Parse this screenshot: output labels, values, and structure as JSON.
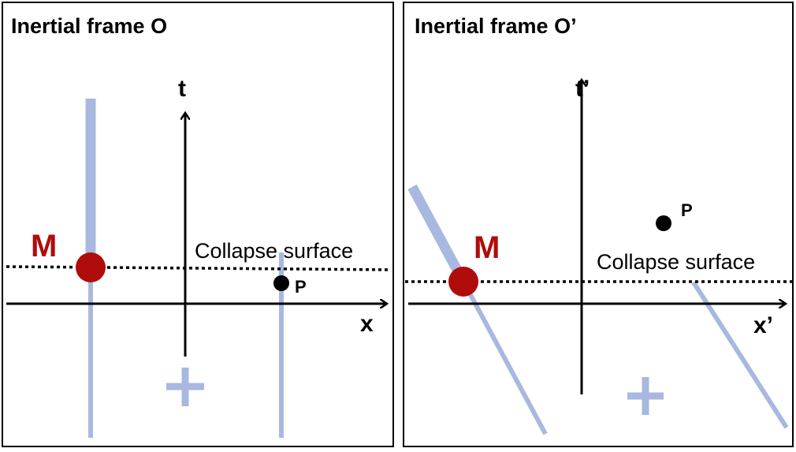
{
  "colors": {
    "worldline": "#a9b8e0",
    "mass": "#b00c0c",
    "axis": "#000000",
    "frame_border": "#000000"
  },
  "left_panel": {
    "title": "Inertial frame O",
    "time_axis_label": "t",
    "space_axis_label": "x",
    "mass_label": "M",
    "point_label": "P",
    "surface_label": "Collapse surface",
    "plus_symbol": "+"
  },
  "right_panel": {
    "title": "Inertial frame O’",
    "time_axis_label": "t’",
    "space_axis_label": "x’",
    "mass_label": "M",
    "point_label": "P",
    "surface_label": "Collapse surface",
    "plus_symbol": "+"
  }
}
